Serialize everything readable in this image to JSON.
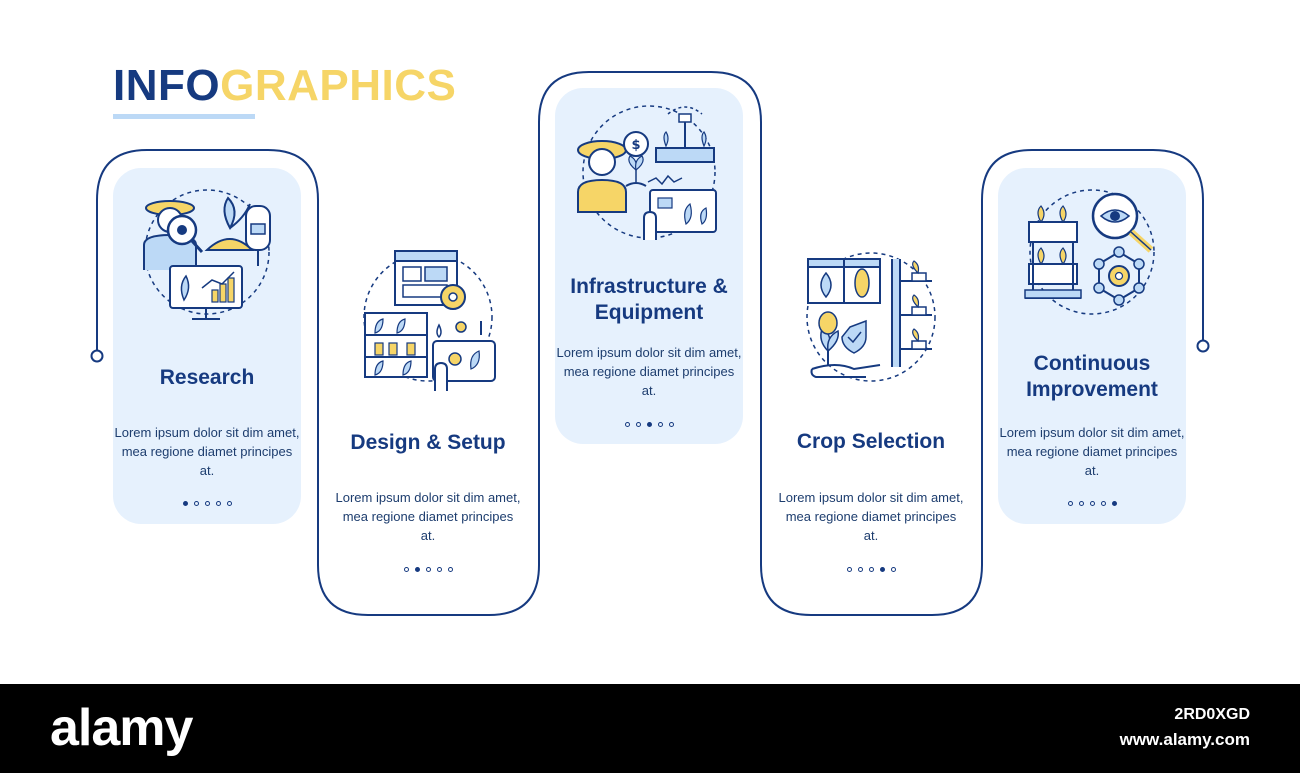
{
  "title": {
    "part1": "INFO",
    "part2": "GRAPHICS"
  },
  "colors": {
    "navy": "#163a80",
    "yellow": "#f6d567",
    "card_fill": "#e6f1fd",
    "accent_blue": "#bcd9f6"
  },
  "steps": [
    {
      "heading": "Research",
      "description": "Lorem ipsum dolor sit dim amet, mea regione diamet principes at.",
      "icon": "farmer-research-icon",
      "active_dot": 1
    },
    {
      "heading": "Design & Setup",
      "description": "Lorem ipsum dolor sit dim amet, mea regione diamet principes at.",
      "icon": "greenhouse-design-icon",
      "active_dot": 2
    },
    {
      "heading": "Infrastructure & Equipment",
      "description": "Lorem ipsum dolor sit dim amet, mea regione diamet principes at.",
      "icon": "irrigation-equipment-icon",
      "active_dot": 3
    },
    {
      "heading": "Crop Selection",
      "description": "Lorem ipsum dolor sit dim amet, mea regione diamet principes at.",
      "icon": "crop-selection-icon",
      "active_dot": 4
    },
    {
      "heading": "Continuous Improvement",
      "description": "Lorem ipsum dolor sit dim amet, mea regione diamet principes at.",
      "icon": "improvement-monitoring-icon",
      "active_dot": 5
    }
  ],
  "footer": {
    "brand": "alamy",
    "image_id": "2RD0XGD",
    "site": "www.alamy.com"
  }
}
